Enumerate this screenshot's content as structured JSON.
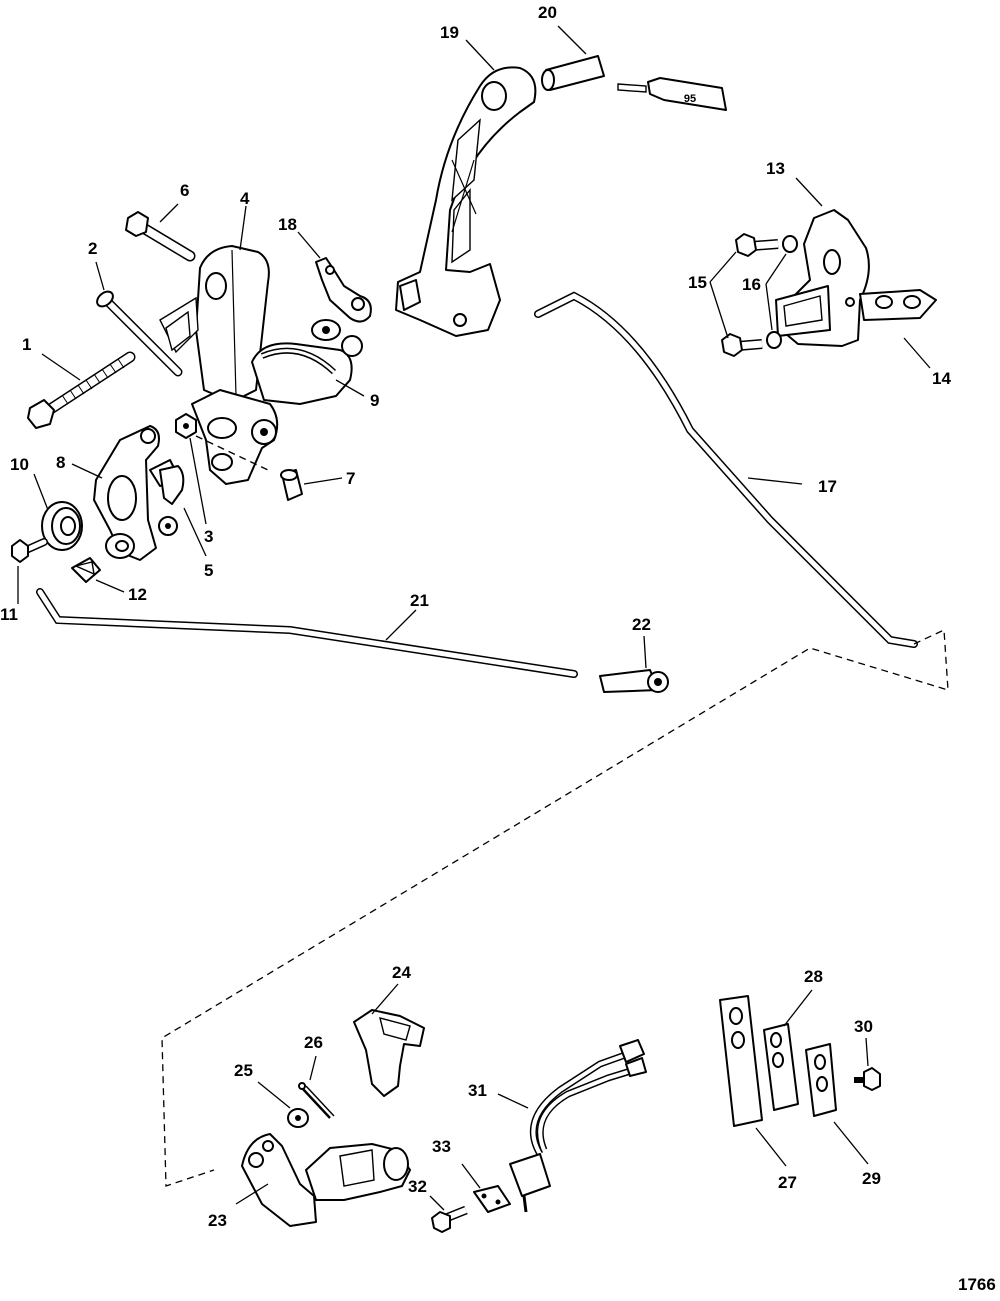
{
  "callouts": [
    {
      "id": "1",
      "label": "1"
    },
    {
      "id": "2",
      "label": "2"
    },
    {
      "id": "3",
      "label": "3"
    },
    {
      "id": "4",
      "label": "4"
    },
    {
      "id": "5",
      "label": "5"
    },
    {
      "id": "6",
      "label": "6"
    },
    {
      "id": "7",
      "label": "7"
    },
    {
      "id": "8",
      "label": "8"
    },
    {
      "id": "9",
      "label": "9"
    },
    {
      "id": "10",
      "label": "10"
    },
    {
      "id": "11",
      "label": "11"
    },
    {
      "id": "12",
      "label": "12"
    },
    {
      "id": "13",
      "label": "13"
    },
    {
      "id": "14",
      "label": "14"
    },
    {
      "id": "15",
      "label": "15"
    },
    {
      "id": "16",
      "label": "16"
    },
    {
      "id": "17",
      "label": "17"
    },
    {
      "id": "18",
      "label": "18"
    },
    {
      "id": "19",
      "label": "19"
    },
    {
      "id": "20",
      "label": "20"
    },
    {
      "id": "21",
      "label": "21"
    },
    {
      "id": "22",
      "label": "22"
    },
    {
      "id": "23",
      "label": "23"
    },
    {
      "id": "24",
      "label": "24"
    },
    {
      "id": "25",
      "label": "25"
    },
    {
      "id": "26",
      "label": "26"
    },
    {
      "id": "27",
      "label": "27"
    },
    {
      "id": "28",
      "label": "28"
    },
    {
      "id": "29",
      "label": "29"
    },
    {
      "id": "30",
      "label": "30"
    },
    {
      "id": "31",
      "label": "31"
    },
    {
      "id": "32",
      "label": "32"
    },
    {
      "id": "33",
      "label": "33"
    }
  ],
  "lubricant_tube_label": "95",
  "figure_number": "1766"
}
